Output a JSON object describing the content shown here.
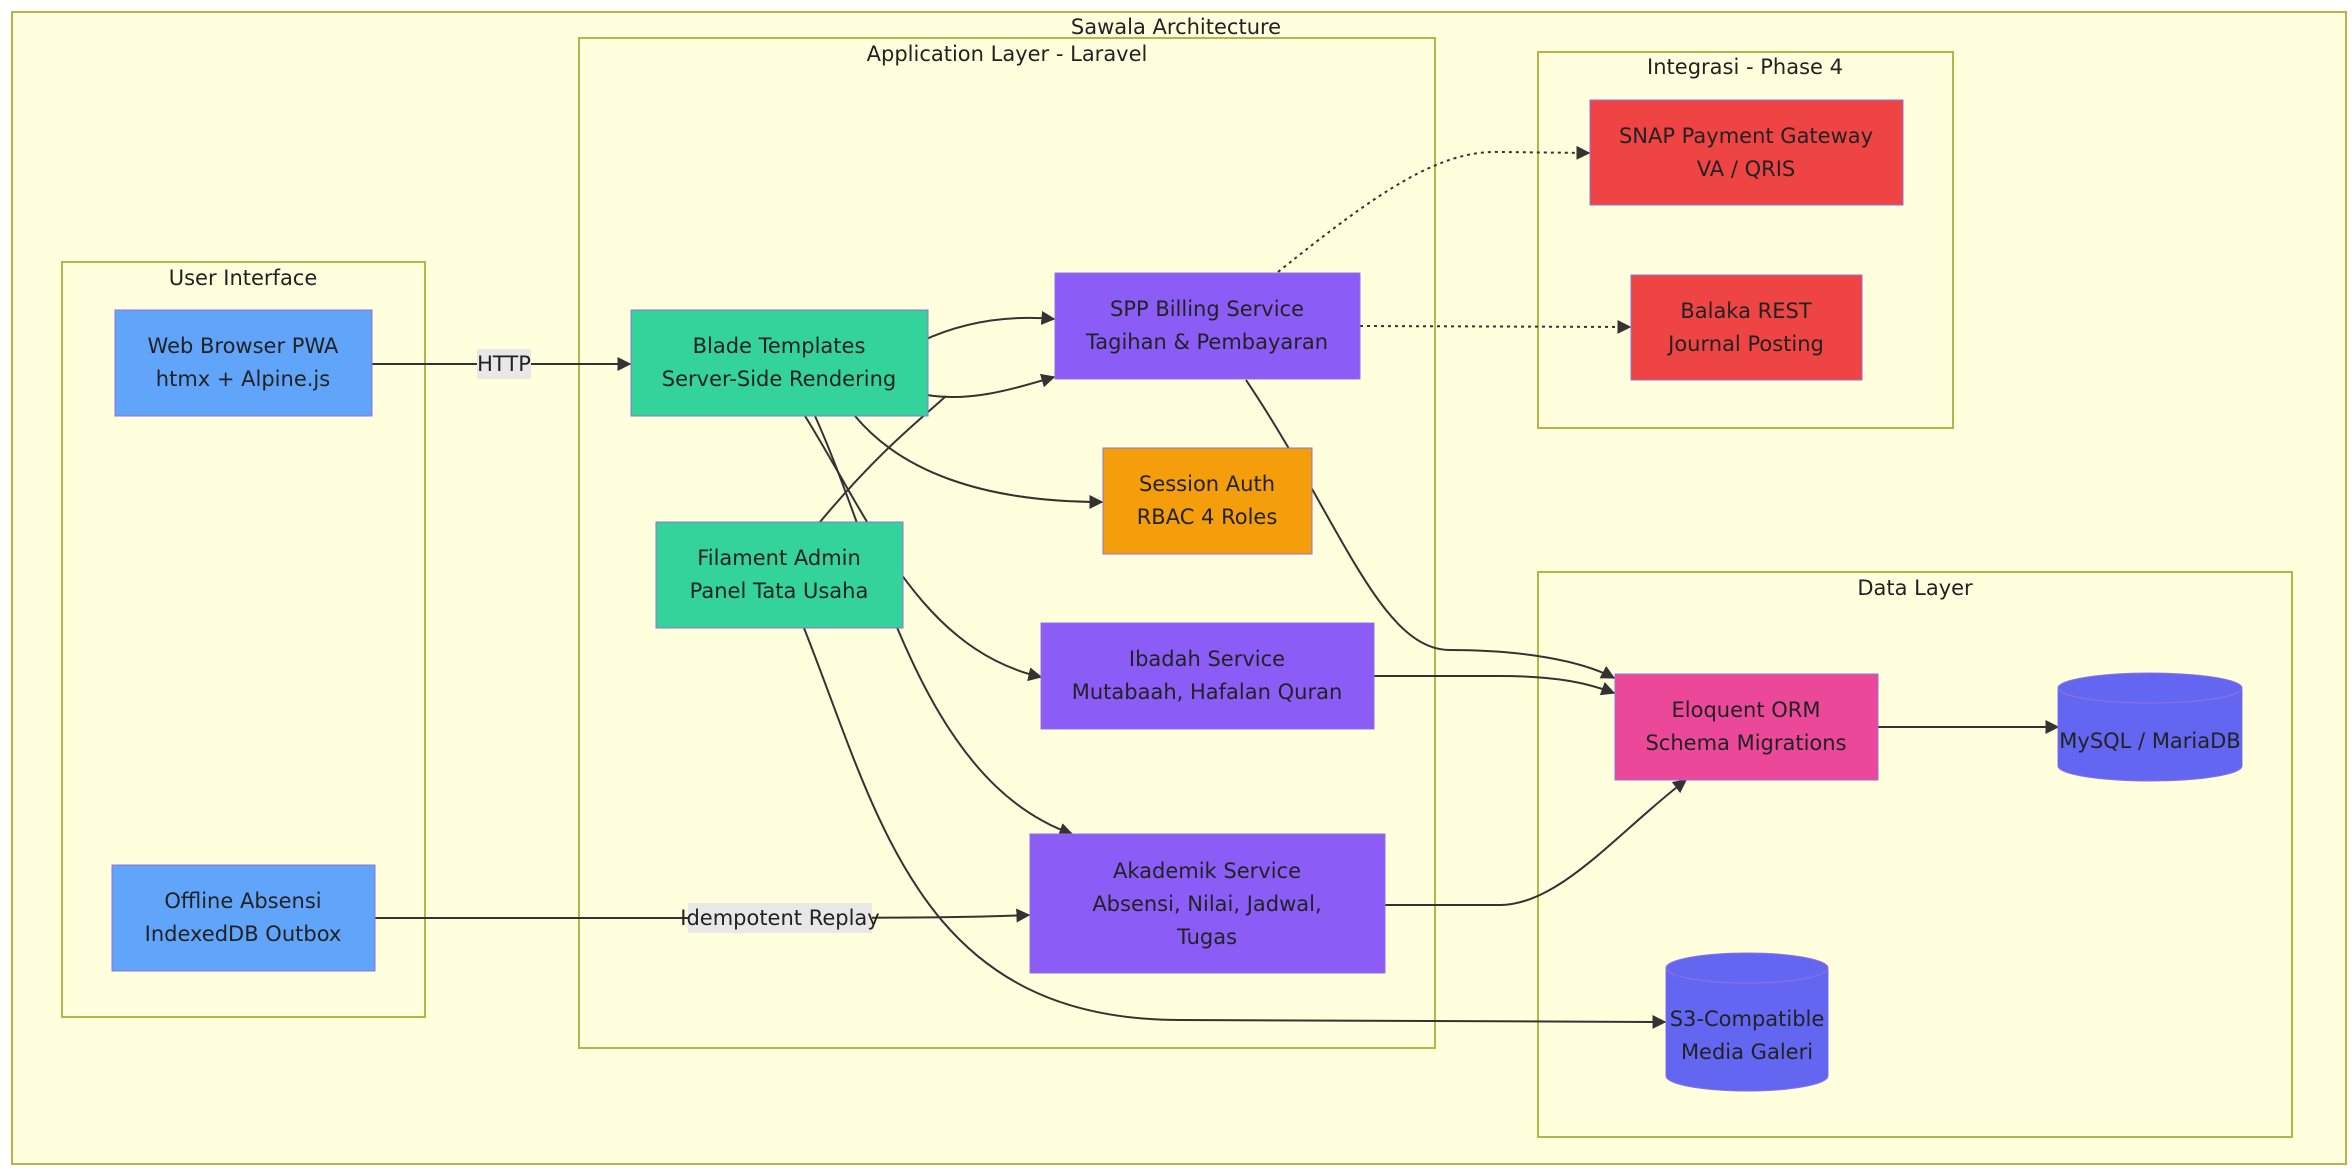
{
  "diagram": {
    "title": "Sawala Architecture",
    "clusters": {
      "ui": "User Interface",
      "app": "Application Layer - Laravel",
      "integrasi": "Integrasi - Phase 4",
      "data": "Data Layer"
    },
    "nodes": {
      "pwa": [
        "Web Browser PWA",
        "htmx + Alpine.js"
      ],
      "offline": [
        "Offline Absensi",
        "IndexedDB Outbox"
      ],
      "blade": [
        "Blade Templates",
        "Server-Side Rendering"
      ],
      "filament": [
        "Filament Admin",
        "Panel Tata Usaha"
      ],
      "spp": [
        "SPP Billing Service",
        "Tagihan & Pembayaran"
      ],
      "session": [
        "Session Auth",
        "RBAC 4 Roles"
      ],
      "ibadah": [
        "Ibadah Service",
        "Mutabaah, Hafalan Quran"
      ],
      "akademik": [
        "Akademik Service",
        "Absensi, Nilai, Jadwal,",
        "Tugas"
      ],
      "snap": [
        "SNAP Payment Gateway",
        "VA / QRIS"
      ],
      "balaka": [
        "Balaka REST",
        "Journal Posting"
      ],
      "eloquent": [
        "Eloquent ORM",
        "Schema Migrations"
      ],
      "mysql": [
        "MySQL / MariaDB"
      ],
      "s3": [
        "S3-Compatible",
        "Media Galeri"
      ]
    },
    "edge_labels": {
      "http": "HTTP",
      "replay": "Idempotent Replay"
    },
    "colors": {
      "background": "#ffffde",
      "cluster_border": "#b5b54a",
      "ui_node": "#60a5fa",
      "laravel_node": "#34d399",
      "service_node": "#8b5cf6",
      "auth_node": "#f59e0b",
      "integration_node": "#ef4444",
      "orm_node": "#ec4899",
      "database_node": "#6366f1"
    }
  }
}
